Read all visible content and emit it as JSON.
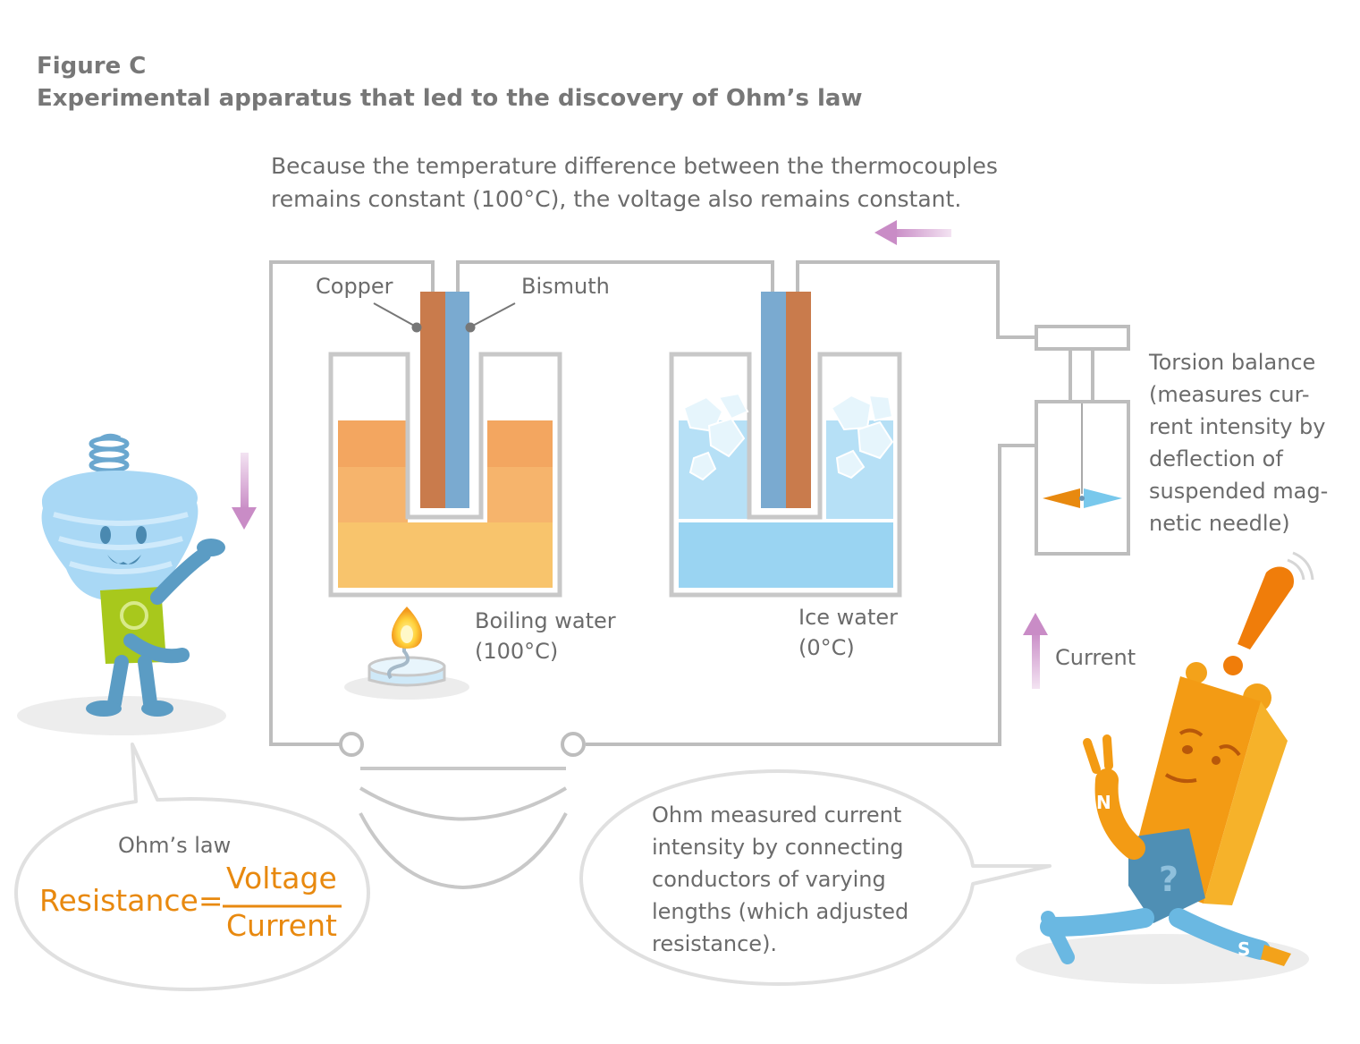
{
  "figure": {
    "label": "Figure C",
    "title": "Experimental apparatus that led to the discovery of Ohm’s law"
  },
  "caption": "Because the temperature difference between the thermocouples\nremains constant (100°C), the voltage also remains constant.",
  "labels": {
    "copper": "Copper",
    "bismuth": "Bismuth",
    "boiling": "Boiling water\n(100°C)",
    "ice": "Ice water\n(0°C)",
    "torsion": "Torsion balance\n(measures cur-\nrent intensity by\ndeflection of\nsuspended mag-\nnetic needle)",
    "current": "Current"
  },
  "bubble_left": {
    "title": "Ohm’s law",
    "lhs": "Resistance=",
    "numerator": "Voltage",
    "denominator": "Current"
  },
  "bubble_right": {
    "text": "Ohm measured current\nintensity by connecting\nconductors of varying\nlengths (which adjusted\nresistance)."
  },
  "character_letters": {
    "right_arm": "N",
    "right_leg": "S",
    "right_shirt": "?"
  },
  "colors": {
    "copper": "#c97b4c",
    "bismuth": "#7aaad0",
    "boiling_water": "#f5b26e",
    "ice_water": "#9ad4f2",
    "accent": "#e8890f",
    "arrow": "#c98cc6",
    "wire": "#bdbdbd"
  }
}
